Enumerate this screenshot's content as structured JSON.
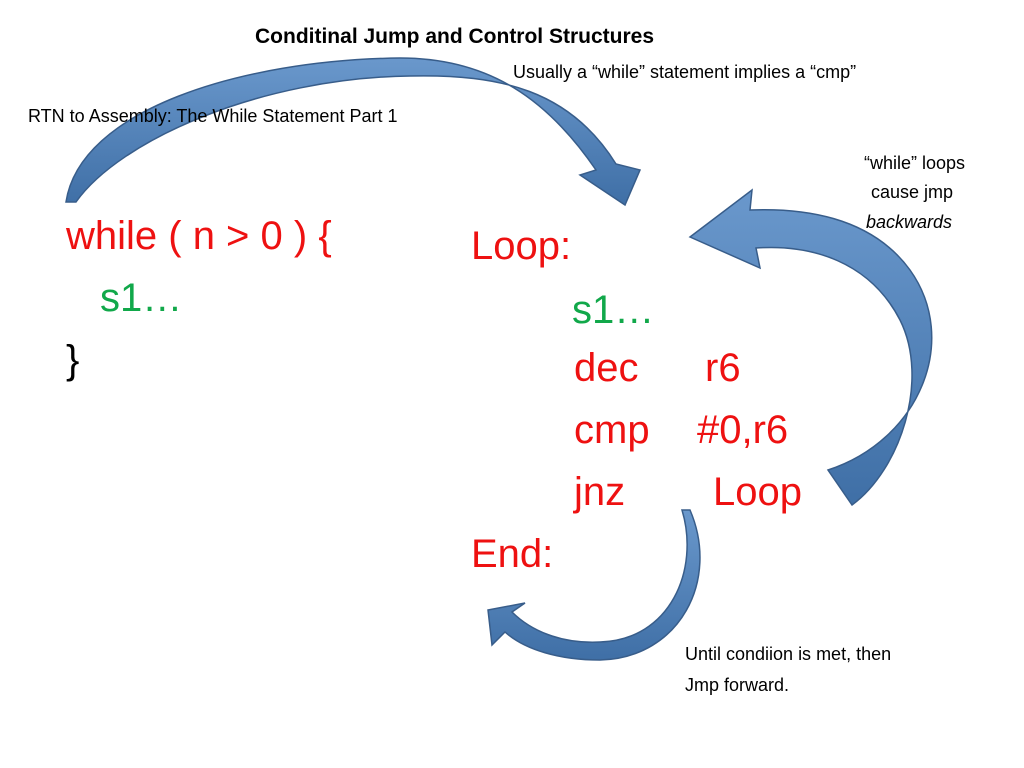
{
  "slide": {
    "title": "Conditinal Jump and Control Structures",
    "subtitle_note": "Usually a “while” statement implies a “cmp”",
    "heading": "RTN to Assembly: The While Statement Part 1",
    "loop_note": {
      "line1": "“while” loops",
      "line2": "cause jmp",
      "line3": "backwards"
    },
    "forward_note": {
      "line1": "Until condiion is met, then",
      "line2": "Jmp forward."
    }
  },
  "rtn_code": {
    "line1": "while ( n > 0 ) {",
    "line2": "s1…",
    "line3": "}"
  },
  "asm_code": {
    "label_loop": "Loop:",
    "s1": "s1…",
    "dec_op": "dec",
    "dec_arg": "r6",
    "cmp_op": "cmp",
    "cmp_arg": "#0,r6",
    "jnz_op": "jnz",
    "jnz_arg": "Loop",
    "label_end": "End:"
  },
  "colors": {
    "code_red": "#ee1111",
    "code_green": "#11a84a",
    "arrow_fill": "#4f81bd",
    "arrow_stroke": "#385d8a"
  },
  "icons": {
    "top_arrow": "curved-arrow-icon",
    "loop_back_arrow": "curved-arrow-icon",
    "forward_arrow": "curved-arrow-icon"
  }
}
